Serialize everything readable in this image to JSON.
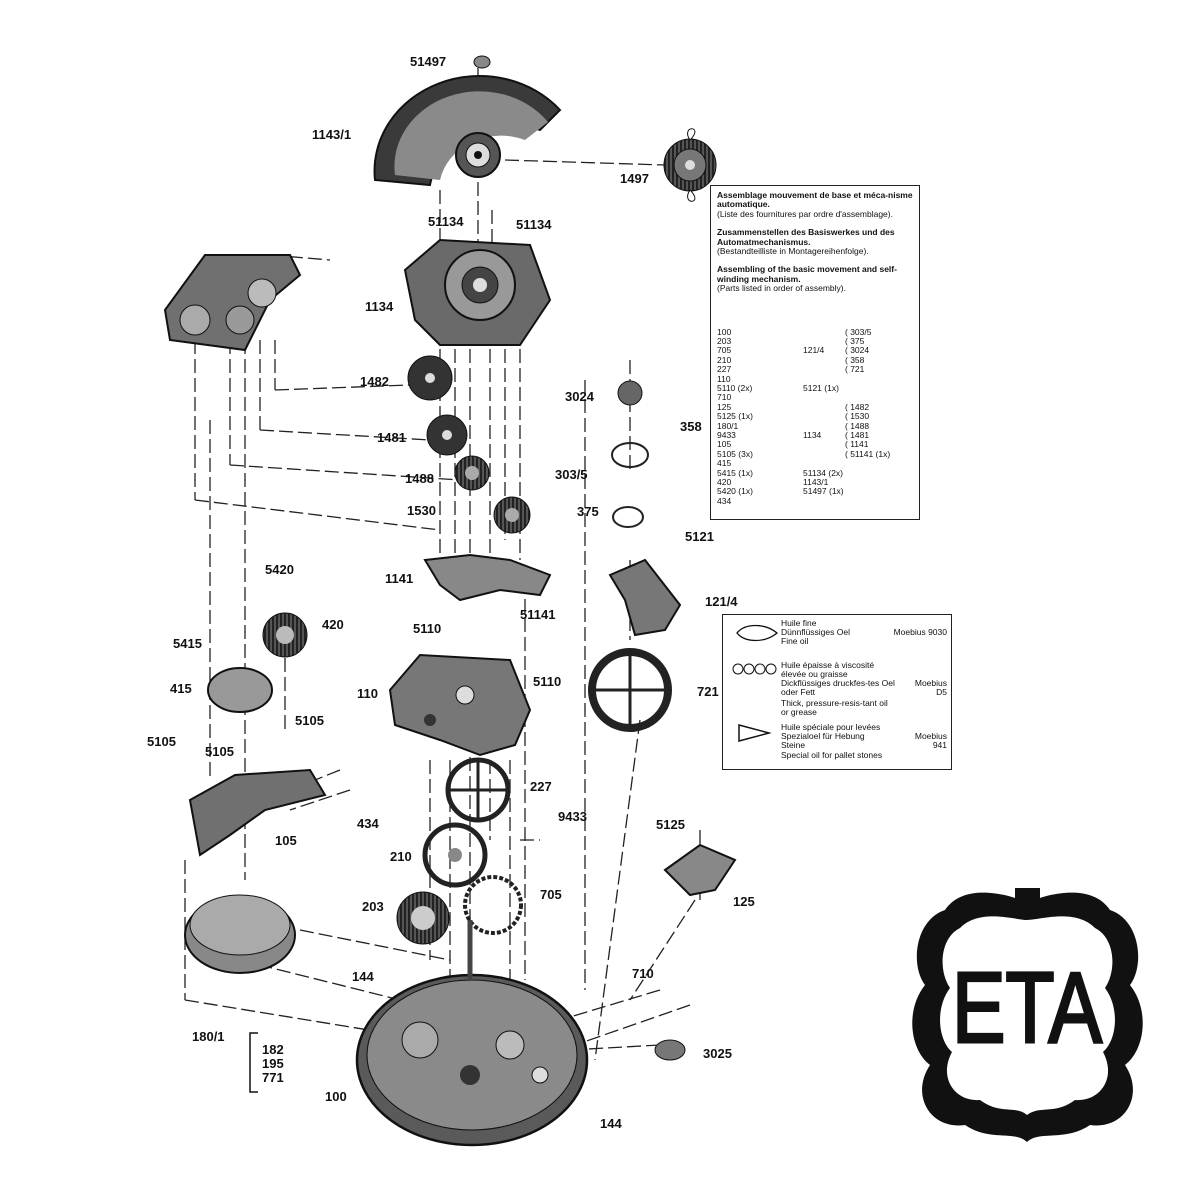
{
  "part_labels": [
    {
      "id": "51497",
      "text": "51497",
      "pos": "top"
    },
    {
      "id": "1143-1",
      "text": "1143/1"
    },
    {
      "id": "1497",
      "text": "1497"
    },
    {
      "id": "51134-a",
      "text": "51134"
    },
    {
      "id": "51134-b",
      "text": "51134"
    },
    {
      "id": "1134",
      "text": "1134"
    },
    {
      "id": "1482",
      "text": "1482"
    },
    {
      "id": "1481",
      "text": "1481"
    },
    {
      "id": "1488",
      "text": "1488"
    },
    {
      "id": "1530",
      "text": "1530"
    },
    {
      "id": "1141",
      "text": "1141"
    },
    {
      "id": "51141",
      "text": "51141"
    },
    {
      "id": "3024",
      "text": "3024"
    },
    {
      "id": "358",
      "text": "358"
    },
    {
      "id": "303-5",
      "text": "303/5"
    },
    {
      "id": "375",
      "text": "375"
    },
    {
      "id": "5121",
      "text": "5121"
    },
    {
      "id": "121-4",
      "text": "121/4"
    },
    {
      "id": "721",
      "text": "721"
    },
    {
      "id": "5420",
      "text": "5420"
    },
    {
      "id": "420",
      "text": "420"
    },
    {
      "id": "5415",
      "text": "5415"
    },
    {
      "id": "415",
      "text": "415"
    },
    {
      "id": "5110-a",
      "text": "5110"
    },
    {
      "id": "5110-b",
      "text": "5110"
    },
    {
      "id": "110",
      "text": "110"
    },
    {
      "id": "5105-a",
      "text": "5105"
    },
    {
      "id": "5105-b",
      "text": "5105"
    },
    {
      "id": "5105-c",
      "text": "5105"
    },
    {
      "id": "227",
      "text": "227"
    },
    {
      "id": "434",
      "text": "434"
    },
    {
      "id": "105",
      "text": "105"
    },
    {
      "id": "9433",
      "text": "9433"
    },
    {
      "id": "210",
      "text": "210"
    },
    {
      "id": "5125",
      "text": "5125"
    },
    {
      "id": "705",
      "text": "705"
    },
    {
      "id": "203",
      "text": "203"
    },
    {
      "id": "125",
      "text": "125"
    },
    {
      "id": "144-a",
      "text": "144"
    },
    {
      "id": "710",
      "text": "710"
    },
    {
      "id": "180-1",
      "text": "180/1"
    },
    {
      "id": "182",
      "text": "182"
    },
    {
      "id": "195",
      "text": "195"
    },
    {
      "id": "771",
      "text": "771"
    },
    {
      "id": "3025",
      "text": "3025"
    },
    {
      "id": "100",
      "text": "100"
    },
    {
      "id": "144-b",
      "text": "144"
    }
  ],
  "parts_box": {
    "fr_title": "Assemblage mouvement de base et méca-nisme automatique.",
    "fr_sub": "(Liste des fournitures par ordre d'assemblage).",
    "de_title": "Zusammenstellen des Basiswerkes und des Automatmechanismus.",
    "de_sub": "(Bestandteilliste in Montagereihenfolge).",
    "en_title": "Assembling of the basic movement and self-winding mechanism.",
    "en_sub": "(Parts listed in order of assembly).",
    "col1": [
      "100",
      "203",
      "705",
      "210",
      "227",
      "110",
      "5110  (2x)",
      "710",
      "125",
      "5125  (1x)",
      "180/1",
      "9433",
      "105",
      "5105  (3x)",
      "415",
      "5415  (1x)",
      "420",
      "5420  (1x)",
      "434"
    ],
    "col2": [
      "",
      "",
      "121/4",
      "",
      "",
      "",
      "5121  (1x)",
      "",
      "",
      "",
      "",
      "1134",
      "",
      "",
      "",
      "51134  (2x)",
      "1143/1",
      "51497  (1x)",
      ""
    ],
    "col3": [
      "(     303/5",
      "(     375",
      "(     3024",
      "(     358",
      "(     721",
      "",
      "",
      "",
      "(     1482",
      "(     1530",
      "(     1488",
      "(     1481",
      "(     1141",
      "(     51141  (1x)",
      "",
      "",
      "",
      "",
      ""
    ]
  },
  "legend": {
    "fine_fr": "Huile fine",
    "fine_de": "Dünnflüssiges Oel",
    "fine_en": "Fine oil",
    "fine_brand": "Moebius 9030",
    "thick_fr": "Huile épaisse à viscosité élevée ou graisse",
    "thick_de": "Dickflüssiges druckfes-tes Oel oder Fett",
    "thick_en": "Thick, pressure-resis-tant oil or grease",
    "thick_brand_1": "Moebius",
    "thick_brand_2": "D5",
    "special_fr": "Huile spéciale pour levées",
    "special_de": "Spezialoel für Hebung Steine",
    "special_en": "Special oil for pallet stones",
    "special_brand_1": "Moebius",
    "special_brand_2": "941"
  },
  "logo": {
    "text": "ETA"
  }
}
